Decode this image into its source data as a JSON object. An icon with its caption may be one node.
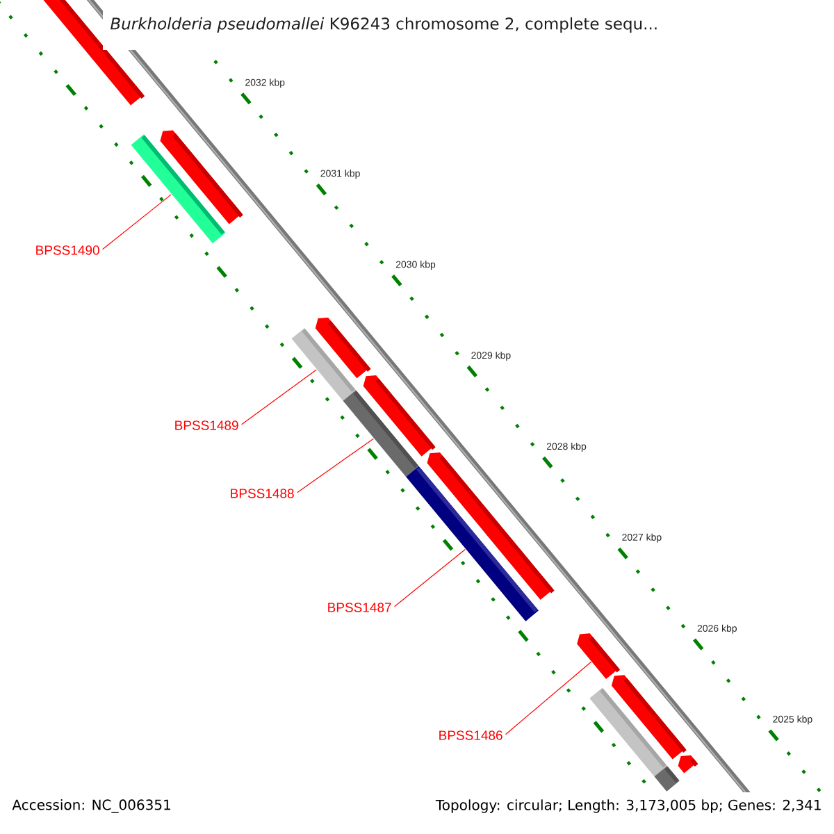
{
  "diagram": {
    "title": "*Burkholderia pseudomallei* K96243 chromosome 2, complete sequ...",
    "nodes": [
      {
        "text": [],
        "shape": "bar"
      },
      {
        "text": [],
        "shape": "bar"
      },
      {
        "text": [],
        "shape": "bar"
      },
      {
        "text": [],
        "shape": "bar"
      },
      {
        "text": [],
        "shape": "bar"
      },
      {
        "text": [],
        "shape": "bar"
      },
      {
        "text": [],
        "shape": "bar"
      },
      {
        "text": [],
        "shape": "bar"
      },
      {
        "text": [],
        "shape": "bar"
      },
      {
        "text": [],
        "shape": "bar"
      },
      {
        "text": [],
        "shape": "bar"
      },
      {
        "text": [],
        "shape": "bar"
      },
      {
        "text": [],
        "shape": "bar"
      },
      {
        "text": [],
        "shape": "bar"
      },
      {
        "text": [
          "BPSS1490"
        ]
      },
      {
        "text": [
          "BPSS1489"
        ]
      },
      {
        "text": [
          "BPSS1488"
        ]
      },
      {
        "text": [
          "BPSS1487"
        ]
      },
      {
        "text": [
          "BPSS1486"
        ]
      }
    ],
    "edges": [
      {
        "from": 14,
        "to": 2,
        "arrow": "none"
      },
      {
        "from": 15,
        "to": 4,
        "arrow": "none"
      },
      {
        "from": 16,
        "to": 6,
        "arrow": "none"
      },
      {
        "from": 17,
        "to": 8,
        "arrow": "none"
      },
      {
        "from": 18,
        "to": 9,
        "arrow": "none"
      }
    ],
    "labels": [
      "2032 kbp",
      "2031 kbp",
      "2030 kbp",
      "2029 kbp",
      "2028 kbp",
      "2027 kbp",
      "2026 kbp",
      "2025 kbp",
      "Accession: NC_006351",
      "Topology: circular; Length: 3,173,005 bp; Genes: 2,341"
    ]
  }
}
